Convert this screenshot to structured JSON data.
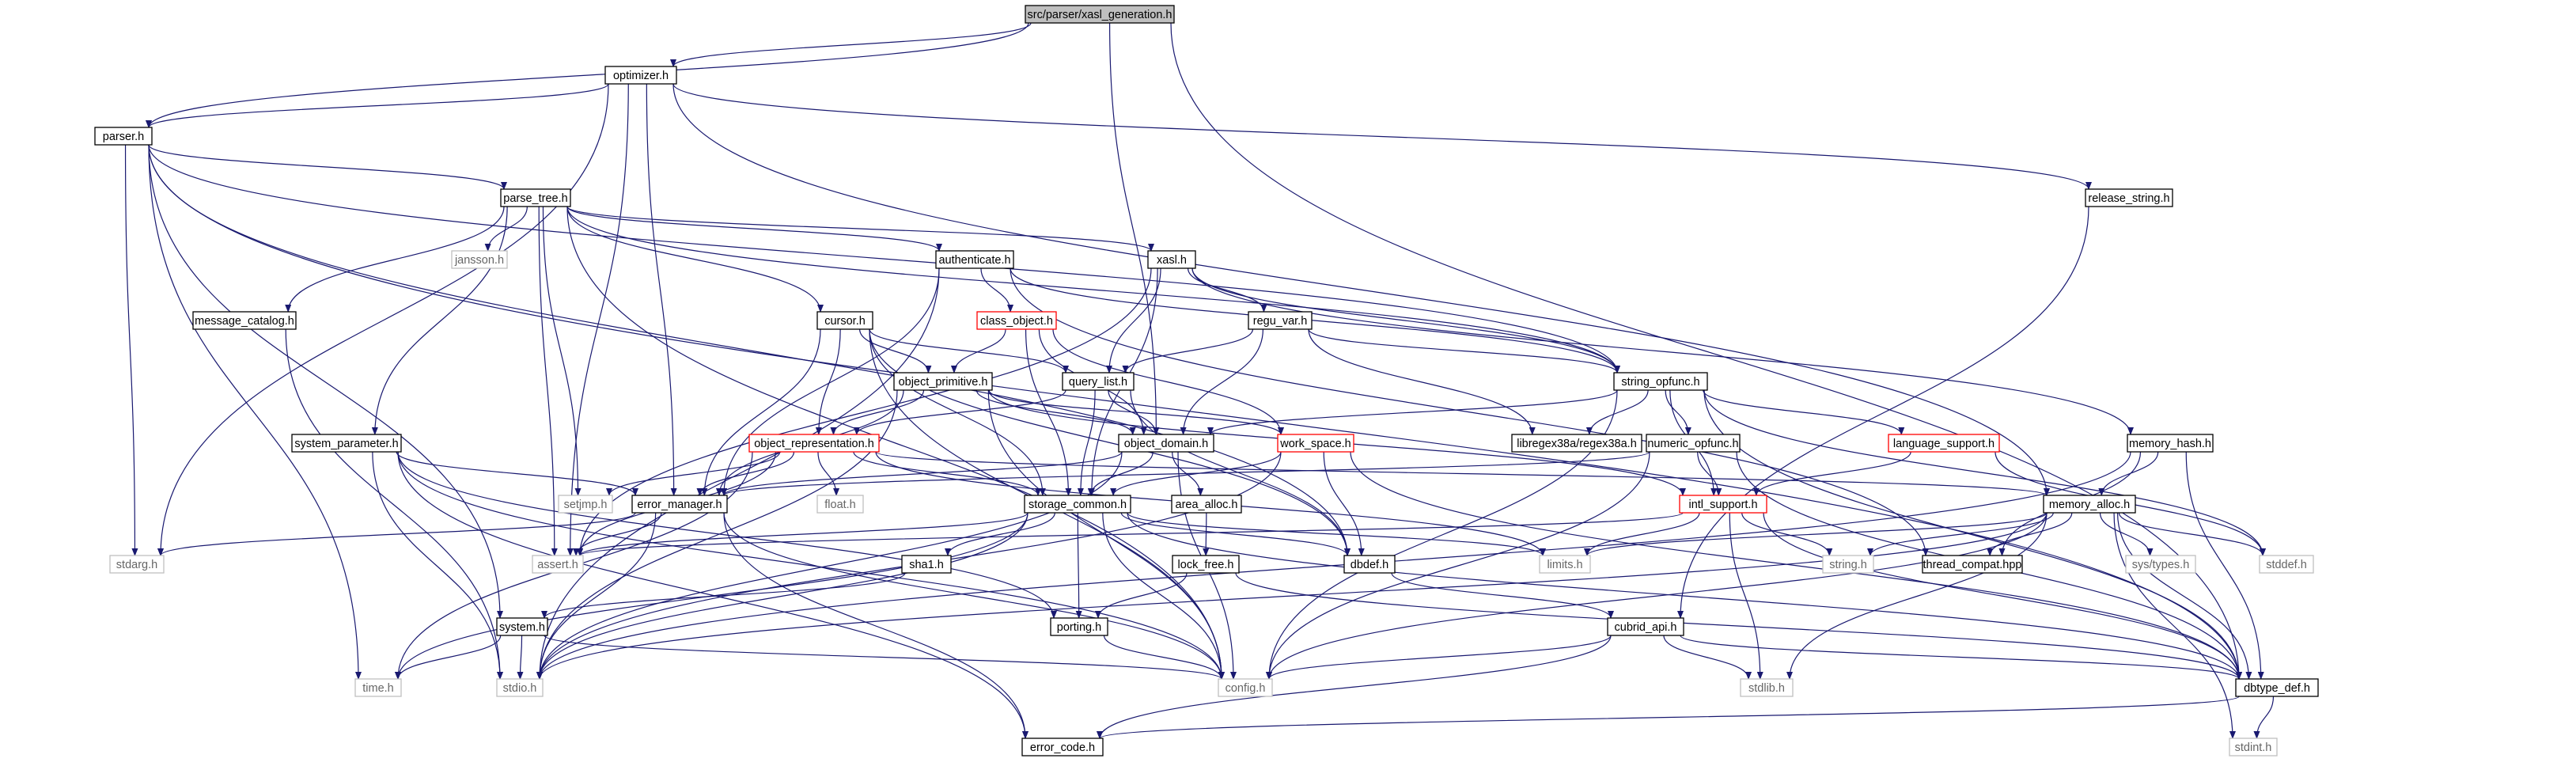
{
  "colors": {
    "edge": "#191970",
    "root_fill": "#bfbfbf",
    "normal_border": "#000000",
    "missing_border": "#bfbfbf",
    "truncated_border": "#ff0000",
    "text": "#000000",
    "missing_text": "#666666"
  },
  "nodes": [
    {
      "id": "xasl_generation",
      "label": "src/parser/xasl_generation.h",
      "kind": "root"
    },
    {
      "id": "optimizer",
      "label": "optimizer.h",
      "kind": "normal"
    },
    {
      "id": "parser",
      "label": "parser.h",
      "kind": "normal"
    },
    {
      "id": "parse_tree",
      "label": "parse_tree.h",
      "kind": "normal"
    },
    {
      "id": "release_string",
      "label": "release_string.h",
      "kind": "normal"
    },
    {
      "id": "jansson",
      "label": "jansson.h",
      "kind": "missing"
    },
    {
      "id": "message_catalog",
      "label": "message_catalog.h",
      "kind": "normal"
    },
    {
      "id": "authenticate",
      "label": "authenticate.h",
      "kind": "normal"
    },
    {
      "id": "xasl",
      "label": "xasl.h",
      "kind": "normal"
    },
    {
      "id": "class_object",
      "label": "class_object.h",
      "kind": "truncated"
    },
    {
      "id": "cursor",
      "label": "cursor.h",
      "kind": "normal"
    },
    {
      "id": "regu_var",
      "label": "regu_var.h",
      "kind": "normal"
    },
    {
      "id": "object_primitive",
      "label": "object_primitive.h",
      "kind": "normal"
    },
    {
      "id": "query_list",
      "label": "query_list.h",
      "kind": "normal"
    },
    {
      "id": "string_opfunc",
      "label": "string_opfunc.h",
      "kind": "normal"
    },
    {
      "id": "system_parameter",
      "label": "system_parameter.h",
      "kind": "normal"
    },
    {
      "id": "object_representation",
      "label": "object_representation.h",
      "kind": "truncated"
    },
    {
      "id": "object_domain",
      "label": "object_domain.h",
      "kind": "normal"
    },
    {
      "id": "work_space",
      "label": "work_space.h",
      "kind": "truncated"
    },
    {
      "id": "libregex38a",
      "label": "libregex38a/regex38a.h",
      "kind": "normal"
    },
    {
      "id": "numeric_opfunc",
      "label": "numeric_opfunc.h",
      "kind": "normal"
    },
    {
      "id": "language_support",
      "label": "language_support.h",
      "kind": "truncated"
    },
    {
      "id": "memory_hash",
      "label": "memory_hash.h",
      "kind": "normal"
    },
    {
      "id": "setjmp",
      "label": "setjmp.h",
      "kind": "missing"
    },
    {
      "id": "error_manager",
      "label": "error_manager.h",
      "kind": "normal"
    },
    {
      "id": "float",
      "label": "float.h",
      "kind": "missing"
    },
    {
      "id": "storage_common",
      "label": "storage_common.h",
      "kind": "normal"
    },
    {
      "id": "area_alloc",
      "label": "area_alloc.h",
      "kind": "normal"
    },
    {
      "id": "intl_support",
      "label": "intl_support.h",
      "kind": "truncated"
    },
    {
      "id": "memory_alloc",
      "label": "memory_alloc.h",
      "kind": "normal"
    },
    {
      "id": "stdarg",
      "label": "stdarg.h",
      "kind": "missing"
    },
    {
      "id": "assert",
      "label": "assert.h",
      "kind": "missing"
    },
    {
      "id": "sha1",
      "label": "sha1.h",
      "kind": "normal"
    },
    {
      "id": "lock_free",
      "label": "lock_free.h",
      "kind": "normal"
    },
    {
      "id": "dbdef",
      "label": "dbdef.h",
      "kind": "normal"
    },
    {
      "id": "limits",
      "label": "limits.h",
      "kind": "missing"
    },
    {
      "id": "string_h",
      "label": "string.h",
      "kind": "missing"
    },
    {
      "id": "thread_compat",
      "label": "thread_compat.hpp",
      "kind": "normal"
    },
    {
      "id": "sys_types",
      "label": "sys/types.h",
      "kind": "missing"
    },
    {
      "id": "stddef",
      "label": "stddef.h",
      "kind": "missing"
    },
    {
      "id": "system",
      "label": "system.h",
      "kind": "normal"
    },
    {
      "id": "porting",
      "label": "porting.h",
      "kind": "normal"
    },
    {
      "id": "cubrid_api",
      "label": "cubrid_api.h",
      "kind": "normal"
    },
    {
      "id": "time",
      "label": "time.h",
      "kind": "missing"
    },
    {
      "id": "stdio",
      "label": "stdio.h",
      "kind": "missing"
    },
    {
      "id": "config",
      "label": "config.h",
      "kind": "missing"
    },
    {
      "id": "stdlib",
      "label": "stdlib.h",
      "kind": "missing"
    },
    {
      "id": "dbtype_def",
      "label": "dbtype_def.h",
      "kind": "normal"
    },
    {
      "id": "error_code",
      "label": "error_code.h",
      "kind": "normal"
    },
    {
      "id": "stdint",
      "label": "stdint.h",
      "kind": "missing"
    }
  ],
  "edges": [
    [
      "xasl_generation",
      "optimizer"
    ],
    [
      "xasl_generation",
      "parser"
    ],
    [
      "xasl_generation",
      "object_domain"
    ],
    [
      "xasl_generation",
      "dbtype_def"
    ],
    [
      "optimizer",
      "parser"
    ],
    [
      "optimizer",
      "error_manager"
    ],
    [
      "optimizer",
      "release_string"
    ],
    [
      "optimizer",
      "memory_alloc"
    ],
    [
      "optimizer",
      "stdarg"
    ],
    [
      "optimizer",
      "assert"
    ],
    [
      "parser",
      "parse_tree"
    ],
    [
      "parser",
      "system"
    ],
    [
      "parser",
      "stdarg"
    ],
    [
      "parser",
      "string_opfunc"
    ],
    [
      "parser",
      "dbdef"
    ],
    [
      "parser",
      "time"
    ],
    [
      "parser",
      "dbtype_def"
    ],
    [
      "parse_tree",
      "jansson"
    ],
    [
      "parse_tree",
      "message_catalog"
    ],
    [
      "parse_tree",
      "authenticate"
    ],
    [
      "parse_tree",
      "xasl"
    ],
    [
      "parse_tree",
      "cursor"
    ],
    [
      "parse_tree",
      "system_parameter"
    ],
    [
      "parse_tree",
      "string_opfunc"
    ],
    [
      "parse_tree",
      "setjmp"
    ],
    [
      "parse_tree",
      "assert"
    ],
    [
      "parse_tree",
      "config"
    ],
    [
      "release_string",
      "cubrid_api"
    ],
    [
      "message_catalog",
      "stdio"
    ],
    [
      "authenticate",
      "class_object"
    ],
    [
      "authenticate",
      "error_manager"
    ],
    [
      "authenticate",
      "stdio"
    ],
    [
      "authenticate",
      "string_opfunc"
    ],
    [
      "authenticate",
      "thread_compat"
    ],
    [
      "xasl",
      "regu_var"
    ],
    [
      "xasl",
      "query_list"
    ],
    [
      "xasl",
      "storage_common"
    ],
    [
      "xasl",
      "string_opfunc"
    ],
    [
      "xasl",
      "memory_hash"
    ],
    [
      "xasl",
      "assert"
    ],
    [
      "class_object",
      "object_primitive"
    ],
    [
      "class_object",
      "object_domain"
    ],
    [
      "class_object",
      "storage_common"
    ],
    [
      "class_object",
      "work_space"
    ],
    [
      "cursor",
      "object_primitive"
    ],
    [
      "cursor",
      "query_list"
    ],
    [
      "cursor",
      "object_representation"
    ],
    [
      "cursor",
      "error_manager"
    ],
    [
      "cursor",
      "storage_common"
    ],
    [
      "cursor",
      "config"
    ],
    [
      "cursor",
      "dbdef"
    ],
    [
      "regu_var",
      "query_list"
    ],
    [
      "regu_var",
      "object_domain"
    ],
    [
      "regu_var",
      "string_opfunc"
    ],
    [
      "regu_var",
      "libregex38a"
    ],
    [
      "object_primitive",
      "object_representation"
    ],
    [
      "object_primitive",
      "object_domain"
    ],
    [
      "object_primitive",
      "work_space"
    ],
    [
      "object_primitive",
      "error_manager"
    ],
    [
      "object_primitive",
      "stdio"
    ],
    [
      "object_primitive",
      "config"
    ],
    [
      "object_primitive",
      "intl_support"
    ],
    [
      "query_list",
      "object_representation"
    ],
    [
      "query_list",
      "object_domain"
    ],
    [
      "query_list",
      "storage_common"
    ],
    [
      "query_list",
      "dbdef"
    ],
    [
      "string_opfunc",
      "object_domain"
    ],
    [
      "string_opfunc",
      "numeric_opfunc"
    ],
    [
      "string_opfunc",
      "language_support"
    ],
    [
      "string_opfunc",
      "libregex38a"
    ],
    [
      "string_opfunc",
      "intl_support"
    ],
    [
      "string_opfunc",
      "config"
    ],
    [
      "string_opfunc",
      "dbtype_def"
    ],
    [
      "string_opfunc",
      "stddef"
    ],
    [
      "system_parameter",
      "error_manager"
    ],
    [
      "system_parameter",
      "porting"
    ],
    [
      "system_parameter",
      "stdio"
    ],
    [
      "system_parameter",
      "config"
    ],
    [
      "system_parameter",
      "error_code"
    ],
    [
      "object_representation",
      "setjmp"
    ],
    [
      "object_representation",
      "error_manager"
    ],
    [
      "object_representation",
      "float"
    ],
    [
      "object_representation",
      "storage_common"
    ],
    [
      "object_representation",
      "memory_alloc"
    ],
    [
      "object_representation",
      "assert"
    ],
    [
      "object_representation",
      "time"
    ],
    [
      "object_representation",
      "limits"
    ],
    [
      "object_domain",
      "error_manager"
    ],
    [
      "object_domain",
      "area_alloc"
    ],
    [
      "object_domain",
      "storage_common"
    ],
    [
      "object_domain",
      "config"
    ],
    [
      "object_domain",
      "stdio"
    ],
    [
      "work_space",
      "storage_common"
    ],
    [
      "work_space",
      "dbdef"
    ],
    [
      "work_space",
      "stdio"
    ],
    [
      "work_space",
      "dbtype_def"
    ],
    [
      "numeric_opfunc",
      "error_manager"
    ],
    [
      "numeric_opfunc",
      "intl_support"
    ],
    [
      "numeric_opfunc",
      "config"
    ],
    [
      "numeric_opfunc",
      "dbtype_def"
    ],
    [
      "language_support",
      "intl_support"
    ],
    [
      "language_support",
      "stddef"
    ],
    [
      "memory_hash",
      "memory_alloc"
    ],
    [
      "memory_hash",
      "thread_compat"
    ],
    [
      "memory_hash",
      "stdio"
    ],
    [
      "memory_hash",
      "dbtype_def"
    ],
    [
      "error_manager",
      "stdarg"
    ],
    [
      "error_manager",
      "assert"
    ],
    [
      "error_manager",
      "config"
    ],
    [
      "error_manager",
      "stdio"
    ],
    [
      "error_manager",
      "error_code"
    ],
    [
      "storage_common",
      "sha1"
    ],
    [
      "storage_common",
      "porting"
    ],
    [
      "storage_common",
      "dbdef"
    ],
    [
      "storage_common",
      "limits"
    ],
    [
      "storage_common",
      "assert"
    ],
    [
      "storage_common",
      "config"
    ],
    [
      "storage_common",
      "time"
    ],
    [
      "storage_common",
      "stdio"
    ],
    [
      "storage_common",
      "dbtype_def"
    ],
    [
      "area_alloc",
      "lock_free"
    ],
    [
      "intl_support",
      "limits"
    ],
    [
      "intl_support",
      "string_h"
    ],
    [
      "intl_support",
      "stdlib"
    ],
    [
      "intl_support",
      "assert"
    ],
    [
      "intl_support",
      "dbtype_def"
    ],
    [
      "memory_alloc",
      "thread_compat"
    ],
    [
      "memory_alloc",
      "string_h"
    ],
    [
      "memory_alloc",
      "sys_types"
    ],
    [
      "memory_alloc",
      "stddef"
    ],
    [
      "memory_alloc",
      "limits"
    ],
    [
      "memory_alloc",
      "stdlib"
    ],
    [
      "memory_alloc",
      "dbtype_def"
    ],
    [
      "memory_alloc",
      "stdint"
    ],
    [
      "memory_alloc",
      "config"
    ],
    [
      "memory_alloc",
      "stdio"
    ],
    [
      "sha1",
      "system"
    ],
    [
      "lock_free",
      "porting"
    ],
    [
      "lock_free",
      "dbtype_def"
    ],
    [
      "dbdef",
      "cubrid_api"
    ],
    [
      "system",
      "time"
    ],
    [
      "system",
      "stdio"
    ],
    [
      "system",
      "config"
    ],
    [
      "porting",
      "config"
    ],
    [
      "cubrid_api",
      "config"
    ],
    [
      "cubrid_api",
      "stdlib"
    ],
    [
      "cubrid_api",
      "dbtype_def"
    ],
    [
      "cubrid_api",
      "error_code"
    ],
    [
      "dbtype_def",
      "error_code"
    ],
    [
      "dbtype_def",
      "stdint"
    ]
  ]
}
